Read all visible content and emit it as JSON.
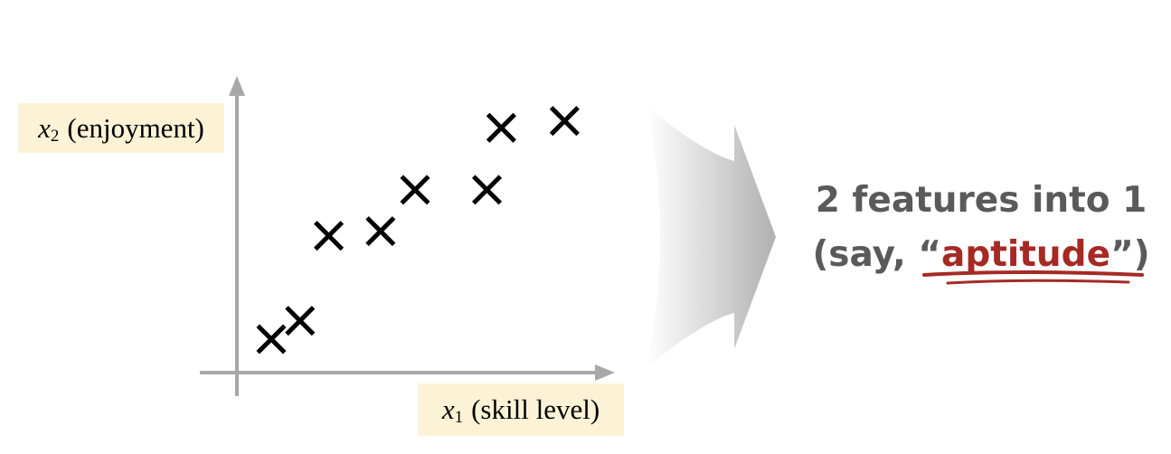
{
  "axes": {
    "y_label_var": "x",
    "y_label_sub": "2",
    "y_label_text": "(enjoyment)",
    "x_label_var": "x",
    "x_label_sub": "1",
    "x_label_text": "(skill level)"
  },
  "points": [
    {
      "x": 1.0,
      "y": 1.0
    },
    {
      "x": 2.0,
      "y": 1.8
    },
    {
      "x": 3.0,
      "y": 5.5
    },
    {
      "x": 4.8,
      "y": 5.7
    },
    {
      "x": 6.0,
      "y": 7.5
    },
    {
      "x": 8.5,
      "y": 7.5
    },
    {
      "x": 9.0,
      "y": 10.2
    },
    {
      "x": 11.2,
      "y": 10.5
    }
  ],
  "caption": {
    "line1": "2 features into 1",
    "line2_prefix": "(say, “",
    "line2_highlight": "aptitude",
    "line2_suffix": "”)"
  },
  "colors": {
    "axis": "#a8a8a8",
    "marker": "#000000",
    "label_bg": "#fcf2d6",
    "caption_text": "#5a5a5a",
    "highlight": "#a52a24",
    "arrow_light": "#ffffff",
    "arrow_dark": "#b0b0b0"
  },
  "marker_shape": "x-cross",
  "icons": {
    "arrow": "right-arrow-icon"
  }
}
